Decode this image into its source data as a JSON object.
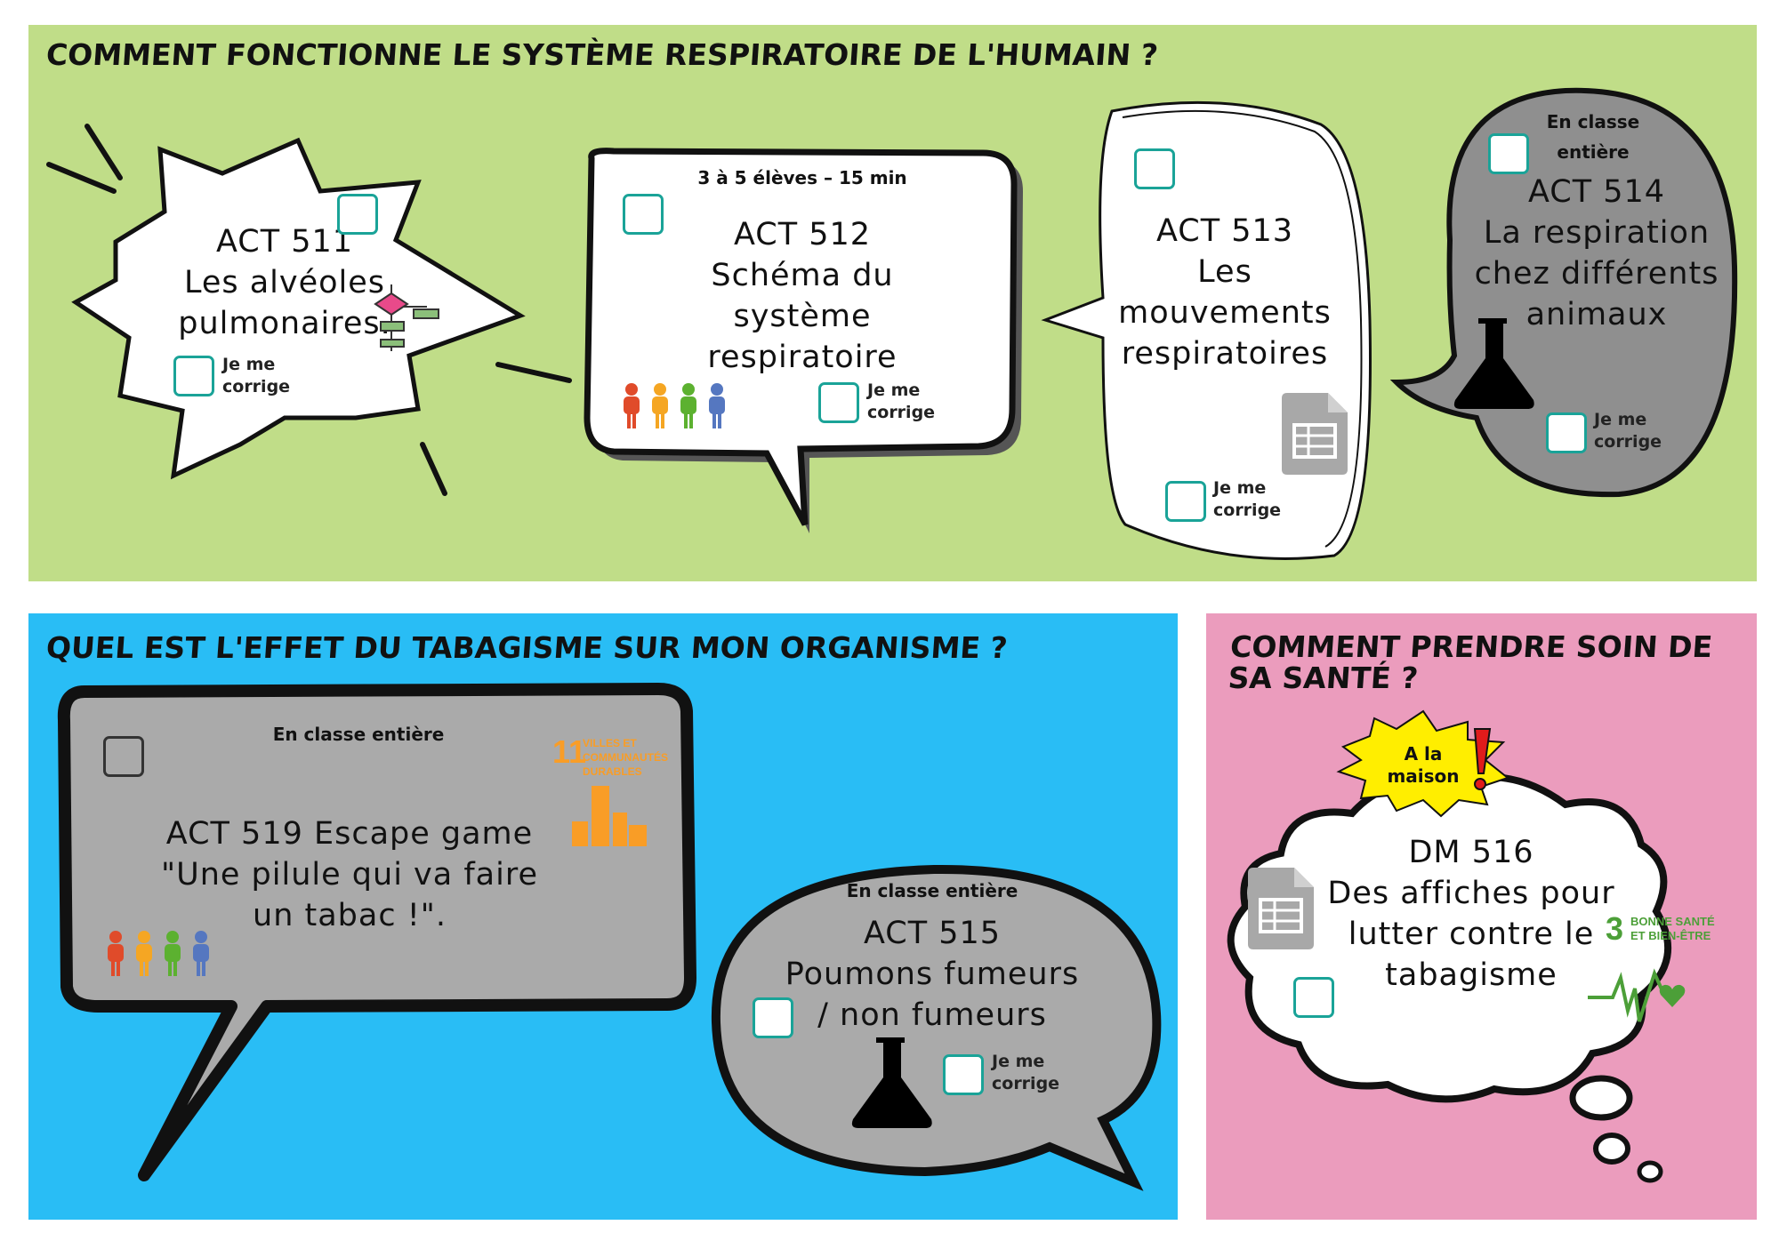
{
  "sections": [
    {
      "title": "COMMENT FONCTIONNE LE SYSTÈME RESPIRATOIRE DE L'HUMAIN ?",
      "color": "#c0dd88"
    },
    {
      "title": "QUEL EST L'EFFET DU TABAGISME SUR MON ORGANISME ?",
      "color": "#29bdf5"
    },
    {
      "title_lines": [
        "COMMENT PRENDRE SOIN DE",
        "SA SANTÉ ?"
      ],
      "color": "#eb9cbd"
    }
  ],
  "self_check": [
    "Je me",
    "corrige"
  ],
  "activities": {
    "act511": {
      "lines": [
        "ACT 511",
        "Les alvéoles",
        "pulmonaires."
      ],
      "icon": "flowchart-icon"
    },
    "act512": {
      "header": "3 à 5 élèves – 15 min",
      "lines": [
        "ACT 512",
        "Schéma du",
        "système",
        "respiratoire"
      ],
      "icon": "group-people-icon"
    },
    "act513": {
      "lines": [
        "ACT 513",
        "Les",
        "mouvements",
        "respiratoires"
      ],
      "icon": "spreadsheet-doc-icon"
    },
    "act514": {
      "header": [
        "En classe",
        "entière"
      ],
      "lines": [
        "ACT 514",
        "La respiration",
        "chez différents",
        "animaux"
      ],
      "icon": "flask-icon"
    },
    "act519": {
      "header": "En classe entière",
      "lines": [
        "ACT 519 Escape game",
        "\"Une pilule qui va faire",
        "un tabac !\"."
      ],
      "sdg": {
        "number": "11",
        "lines": [
          "VILLES ET",
          "COMMUNAUTÉS",
          "DURABLES"
        ],
        "color": "#f99d26"
      }
    },
    "act515": {
      "header": "En classe entière",
      "lines": [
        "ACT 515",
        "Poumons fumeurs",
        "/ non fumeurs"
      ]
    },
    "dm516": {
      "badge": [
        "A la",
        "maison"
      ],
      "lines": [
        "DM 516",
        "Des affiches pour",
        "lutter contre le",
        "tabagisme"
      ],
      "sdg": {
        "number": "3",
        "lines": [
          "BONNE SANTÉ",
          "ET BIEN-ÊTRE"
        ],
        "color": "#4c9f38"
      }
    }
  }
}
